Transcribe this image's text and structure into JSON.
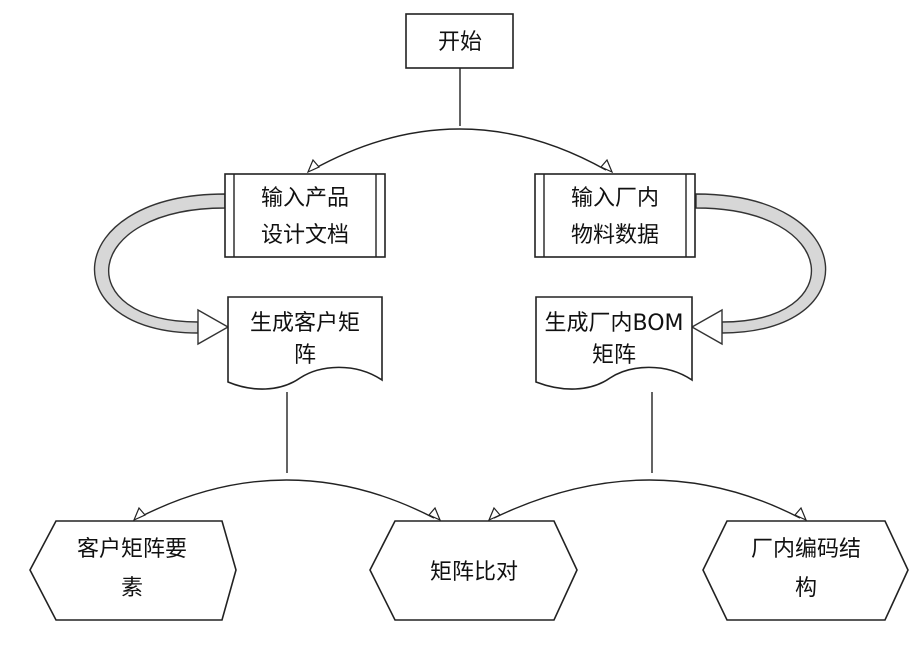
{
  "nodes": {
    "start": {
      "lines": [
        "开始"
      ]
    },
    "input_product_docs": {
      "lines": [
        "输入产品",
        "设计文档"
      ]
    },
    "input_factory_material": {
      "lines": [
        "输入厂内",
        "物料数据"
      ]
    },
    "generate_customer_matrix": {
      "lines": [
        "生成客户矩",
        "阵"
      ]
    },
    "generate_bom_matrix": {
      "lines": [
        "生成厂内BOM",
        "矩阵"
      ]
    },
    "customer_matrix_elements": {
      "lines": [
        "客户矩阵要",
        "素"
      ]
    },
    "matrix_compare": {
      "lines": [
        "矩阵比对"
      ]
    },
    "factory_code_structure": {
      "lines": [
        "厂内编码结",
        "构"
      ]
    }
  },
  "colors": {
    "stroke": "#222222",
    "arrow_fill": "#d7d7d7",
    "text": "#111111"
  }
}
